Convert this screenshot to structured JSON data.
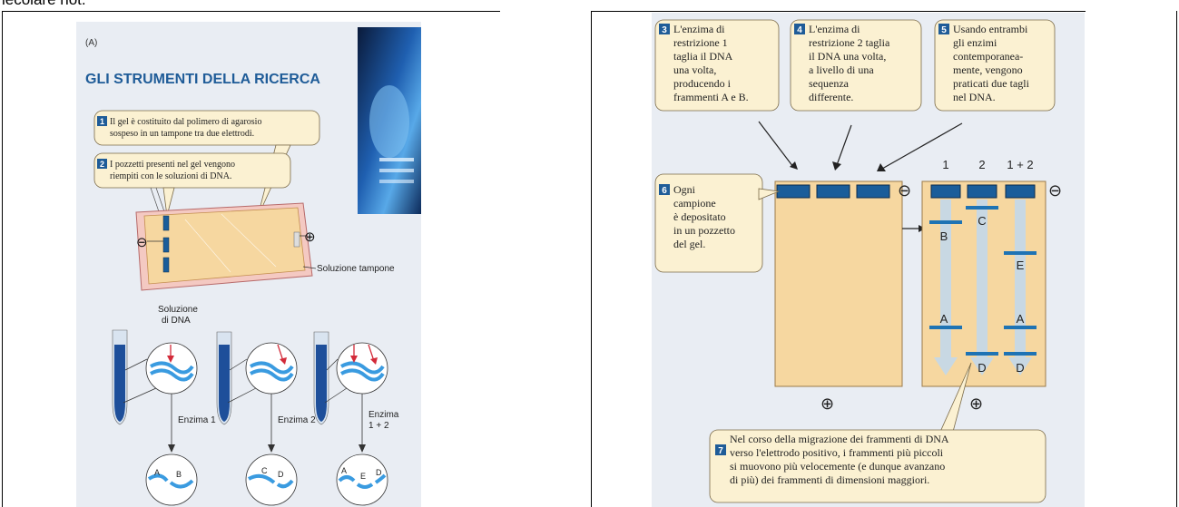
{
  "page": {
    "top_text": "lecolare not."
  },
  "left_figure": {
    "panel_label": "(A)",
    "title": "GLI STRUMENTI DELLA RICERCA",
    "step1": {
      "num": "1",
      "lines": [
        "Il gel è costituito dal polimero di agarosio",
        "sospeso in un tampone tra due elettrodi."
      ]
    },
    "step2": {
      "num": "2",
      "lines": [
        "I pozzetti presenti nel gel vengono",
        "riempiti con le soluzioni di DNA."
      ]
    },
    "minus_sign": "⊖",
    "plus_sign": "⊕",
    "buffer_label": "Soluzione tampone",
    "dna_solution_label": [
      "Soluzione",
      "di DNA"
    ],
    "enzyme_labels": [
      "Enzima 1",
      "Enzima 2"
    ],
    "enzyme_combo_label": [
      "Enzima",
      "1 + 2"
    ],
    "fragment_labels_1": [
      "A",
      "B"
    ],
    "fragment_labels_2": [
      "C",
      "D"
    ],
    "fragment_labels_3": [
      "A",
      "E",
      "D"
    ]
  },
  "right_figure": {
    "step3": {
      "num": "3",
      "lines": [
        "L'enzima di",
        "restrizione 1",
        "taglia il DNA",
        "una volta,",
        "producendo i",
        "frammenti A e B."
      ]
    },
    "step4": {
      "num": "4",
      "lines": [
        "L'enzima di",
        "restrizione 2 taglia",
        "il DNA una volta,",
        "a livello di una",
        "sequenza",
        "differente."
      ]
    },
    "step5": {
      "num": "5",
      "lines": [
        "Usando entrambi",
        "gli enzimi",
        "contemporanea-",
        "mente, vengono",
        "praticati due tagli",
        "nel DNA."
      ]
    },
    "step6": {
      "num": "6",
      "lines": [
        "Ogni",
        "campione",
        "è depositato",
        "in un pozzetto",
        "del gel."
      ]
    },
    "step7": {
      "num": "7",
      "lines": [
        "Nel corso della migrazione dei frammenti di DNA",
        "verso l'elettrodo positivo, i frammenti più piccoli",
        "si muovono più velocemente (e dunque avanzano",
        "di più) dei frammenti di dimensioni maggiori."
      ]
    },
    "lane_labels": [
      "1",
      "2",
      "1 + 2"
    ],
    "band_labels": [
      "B",
      "C",
      "E",
      "A",
      "A",
      "D",
      "D"
    ],
    "minus_sign": "⊖",
    "plus_sign": "⊕"
  },
  "colors": {
    "gel": "#f6d7a0",
    "band": "#1e73b4",
    "well": "#1a5d9a",
    "callout": "#fbf1d2",
    "badge": "#1f5c98",
    "bg_panel": "#e9edf3"
  }
}
